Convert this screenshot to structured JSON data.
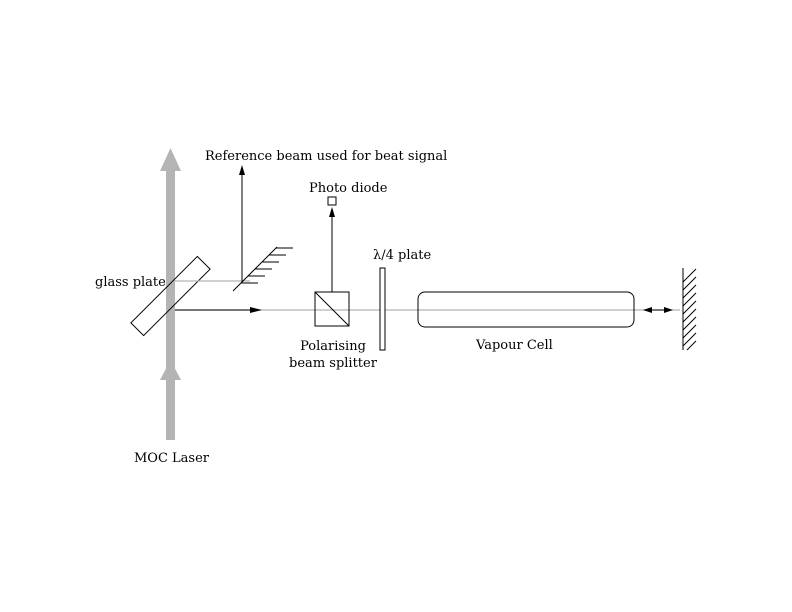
{
  "labels": {
    "reference_beam": "Reference beam used for beat signal",
    "photo_diode": "Photo diode",
    "glass_plate": "glass plate",
    "quarter_wave_plate": "λ/4 plate",
    "polarising_line1": "Polarising",
    "polarising_line2": "beam splitter",
    "vapour_cell": "Vapour Cell",
    "moc_laser": "MOC Laser"
  },
  "colors": {
    "laser_beam": "#b4b4b4",
    "probe_beam": "#b4b4b4",
    "ink": "#000000"
  }
}
